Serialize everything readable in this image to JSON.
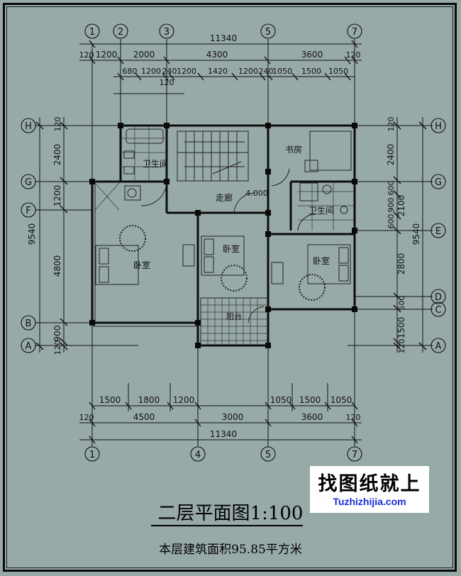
{
  "drawing": {
    "title": "二层平面图1:100",
    "area_note": "本层建筑面积95.85平方米"
  },
  "watermark": {
    "text": "找图纸就上",
    "url": "Tuzhizhijia.com"
  },
  "top_axes": [
    "1",
    "2",
    "3",
    "5",
    "7"
  ],
  "bottom_axes": [
    "1",
    "4",
    "5",
    "7"
  ],
  "left_axes": [
    "H",
    "G",
    "F",
    "B",
    "A"
  ],
  "right_axes": [
    "H",
    "G",
    "E",
    "D",
    "C",
    "A"
  ],
  "top_dims": {
    "total": "11340",
    "row2": [
      "120",
      "1200",
      "2000",
      "4300",
      "3600",
      "120"
    ],
    "row3": [
      "680",
      "1200",
      "240",
      "1200",
      "1420",
      "1200",
      "240",
      "1050",
      "1500",
      "1050"
    ],
    "row3b": "120"
  },
  "bottom_dims": {
    "row1": [
      "1500",
      "1800",
      "1200",
      "1050",
      "1500",
      "1050"
    ],
    "row2": [
      "120",
      "4500",
      "3000",
      "3600",
      "120"
    ],
    "total": "11340"
  },
  "left_dims": {
    "inner": [
      "120",
      "2400",
      "1200",
      "4800",
      "900",
      "120"
    ],
    "total": "9540"
  },
  "right_dims": {
    "inner": [
      "120",
      "2400",
      "600",
      "900",
      "600",
      "2100",
      "2800",
      "500",
      "1500",
      "120"
    ],
    "total": "9540"
  },
  "rooms": {
    "bathroom_left": "卫生间",
    "corridor": "走廊",
    "study": "书房",
    "bathroom_right": "卫生间",
    "bedroom_left": "卧室",
    "bedroom_center": "卧室",
    "bedroom_right": "卧室",
    "balcony": "阳台",
    "level": "4.000"
  }
}
